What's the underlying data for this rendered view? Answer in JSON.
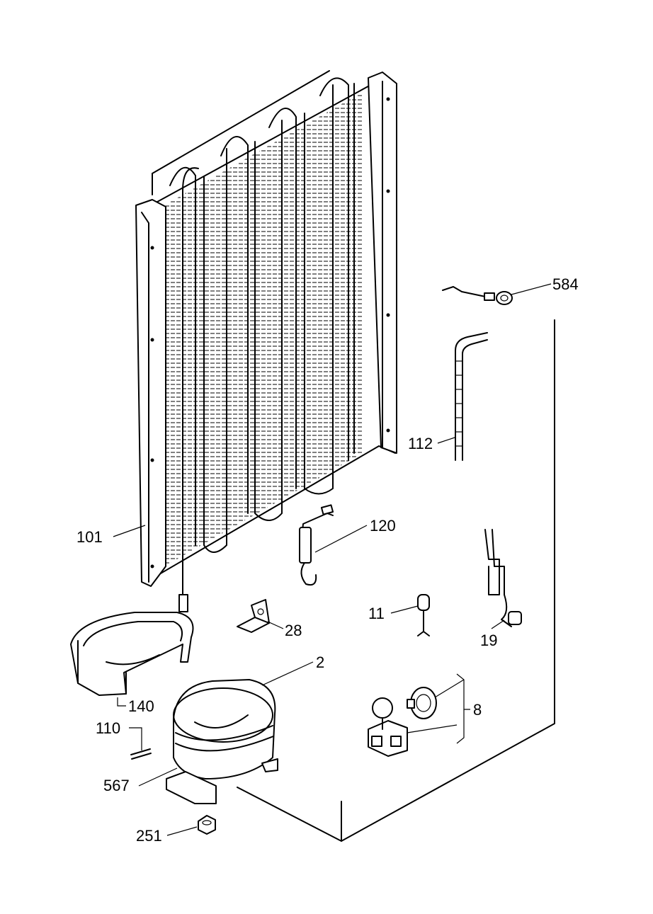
{
  "diagram": {
    "parts": [
      {
        "id": "condenser",
        "label": "101"
      },
      {
        "id": "dryer",
        "label": "120"
      },
      {
        "id": "capillary",
        "label": "112"
      },
      {
        "id": "clip",
        "label": "584"
      },
      {
        "id": "bracket",
        "label": "28"
      },
      {
        "id": "valve",
        "label": "11"
      },
      {
        "id": "cable",
        "label": "19"
      },
      {
        "id": "tray",
        "label": "140"
      },
      {
        "id": "compressor",
        "label": "2"
      },
      {
        "id": "relay-set",
        "label": "8"
      },
      {
        "id": "pin",
        "label": "110"
      },
      {
        "id": "grommet",
        "label": "567"
      },
      {
        "id": "nut",
        "label": "251"
      }
    ]
  }
}
